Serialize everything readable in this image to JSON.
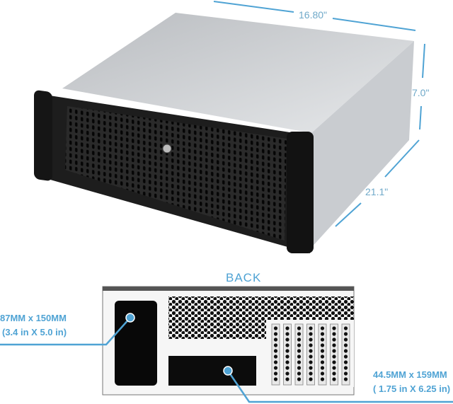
{
  "front_view": {
    "width_label": "16.80\"",
    "height_label": "7.0\"",
    "depth_label": "21.1\""
  },
  "back_view": {
    "title": "BACK",
    "psu_label_mm": "87MM x 150MM",
    "psu_label_in": "(3.4 in  X  5.0 in)",
    "drive_label_mm": "44.5MM x 159MM",
    "drive_label_in": "( 1.75 in  X  6.25 in)"
  },
  "colors": {
    "accent": "#4fa3d4",
    "case_black": "#1c1c1c",
    "case_silver": "#d4d7db"
  }
}
